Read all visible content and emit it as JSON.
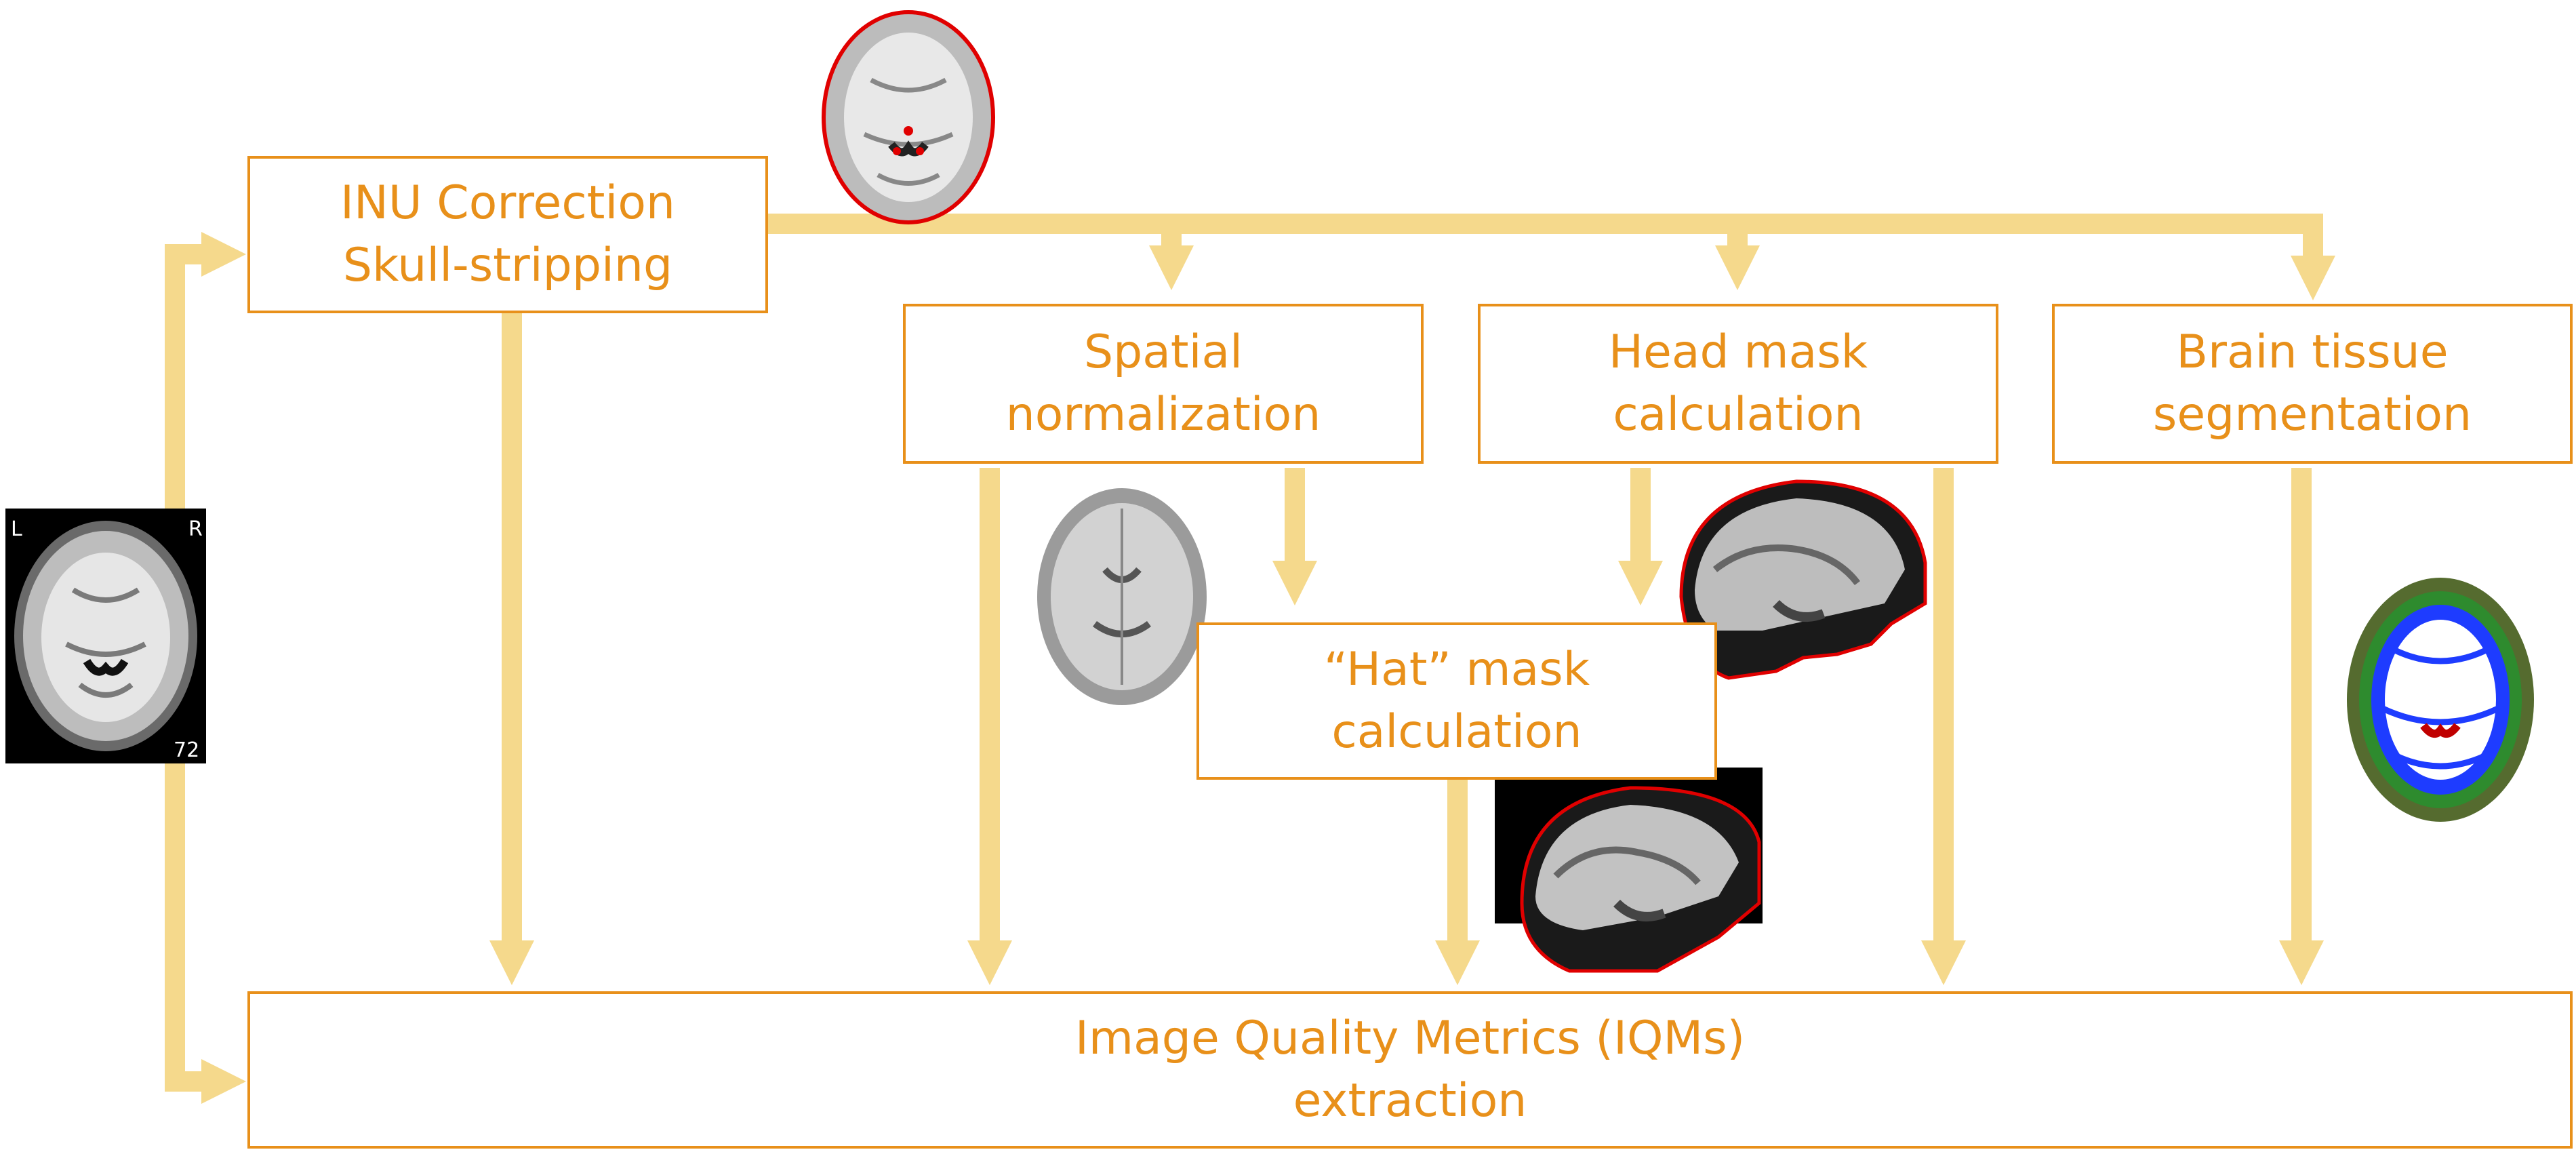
{
  "diagram": {
    "colors": {
      "box": "#e8901a",
      "arrow": "#f5d98c",
      "mask_outline": "#e00000"
    },
    "nodes": {
      "inu": {
        "line1": "INU Correction",
        "line2": "Skull-stripping"
      },
      "spatial": {
        "line1": "Spatial",
        "line2": "normalization"
      },
      "head": {
        "line1": "Head mask",
        "line2": "calculation"
      },
      "brain": {
        "line1": "Brain tissue",
        "line2": "segmentation"
      },
      "hat": {
        "line1": "“Hat” mask",
        "line2": "calculation"
      },
      "iqm": {
        "line1": "Image Quality Metrics (IQMs)",
        "line2": "extraction"
      }
    },
    "input_image": {
      "label_left": "L",
      "label_right": "R",
      "slice_number": "72"
    },
    "thumbnails": [
      "axial-skullstrip-brain",
      "mni-template-brain",
      "sagittal-head-mask-brain",
      "sagittal-hat-mask-brain",
      "tissue-segmentation-brain"
    ]
  }
}
